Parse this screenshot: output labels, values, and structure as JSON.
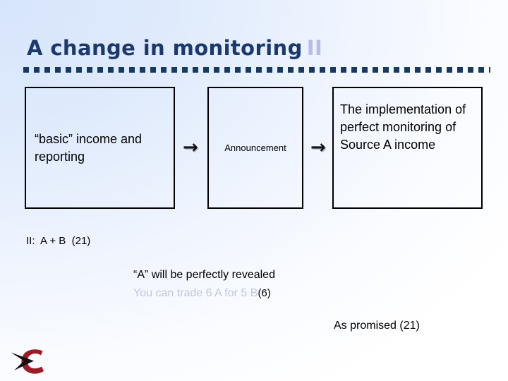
{
  "slide": {
    "title": "A change in monitoring",
    "title_marker": "II",
    "marker_color": "#b9bce4",
    "title_color": "#1b3a6b",
    "rule_color": "#173a63",
    "background_from": "#d7e5fb",
    "background_to": "#ffffff"
  },
  "flow": {
    "boxes": [
      {
        "id": "basic",
        "text": "“basic” income and reporting"
      },
      {
        "id": "announcement",
        "text": "Announcement"
      },
      {
        "id": "implementation",
        "text": "The implementation of perfect monitoring of Source A income"
      }
    ],
    "arrows": [
      {
        "id": "arrow-1",
        "glyph": "→"
      },
      {
        "id": "arrow-2",
        "glyph": "→"
      }
    ]
  },
  "notes": {
    "line_ii": "II:  A + B  (21)",
    "line_revealed": "“A” will be perfectly revealed",
    "line_trade_faded": "You can trade 6 A for 5 B",
    "line_trade_emph": "(6)",
    "line_promised": "As promised (21)"
  },
  "logo": {
    "letter": "C",
    "letter_color": "#9c1c25",
    "mark_color": "#111111"
  }
}
